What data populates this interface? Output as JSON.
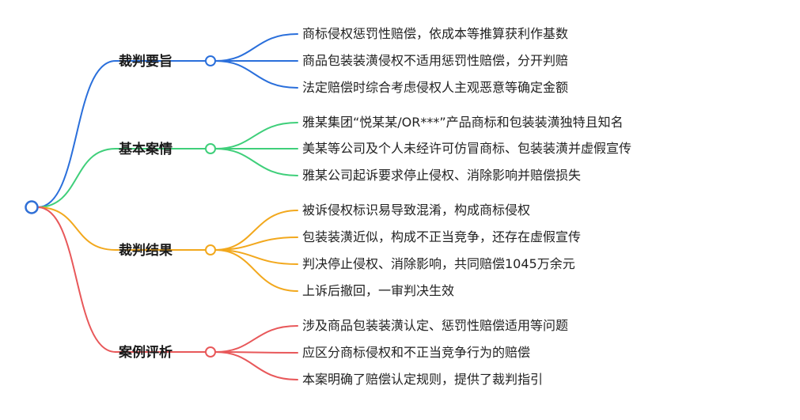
{
  "mindmap": {
    "root_color": "#2f6fd6",
    "branches": [
      {
        "label": "裁判要旨",
        "color": "#2a6fdb",
        "children": [
          "商标侵权惩罚性赔偿，依成本等推算获利作基数",
          "商品包装装潢侵权不适用惩罚性赔偿，分开判赔",
          "法定赔偿时综合考虑侵权人主观恶意等确定金额"
        ]
      },
      {
        "label": "基本案情",
        "color": "#3fcf7a",
        "children": [
          "雅某集团“悦某某/OR***”产品商标和包装装潢独特且知名",
          "美某等公司及个人未经许可仿冒商标、包装装潢并虚假宣传",
          "雅某公司起诉要求停止侵权、消除影响并赔偿损失"
        ]
      },
      {
        "label": "裁判结果",
        "color": "#f2a81d",
        "children": [
          "被诉侵权标识易导致混淆，构成商标侵权",
          "包装装潢近似，构成不正当竞争，还存在虚假宣传",
          "判决停止侵权、消除影响，共同赔偿1045万余元",
          "上诉后撤回，一审判决生效"
        ]
      },
      {
        "label": "案例评析",
        "color": "#e8585a",
        "children": [
          "涉及商品包装装潢认定、惩罚性赔偿适用等问题",
          "应区分商标侵权和不正当竞争行为的赔偿",
          "本案明确了赔偿认定规则，提供了裁判指引"
        ]
      }
    ]
  }
}
